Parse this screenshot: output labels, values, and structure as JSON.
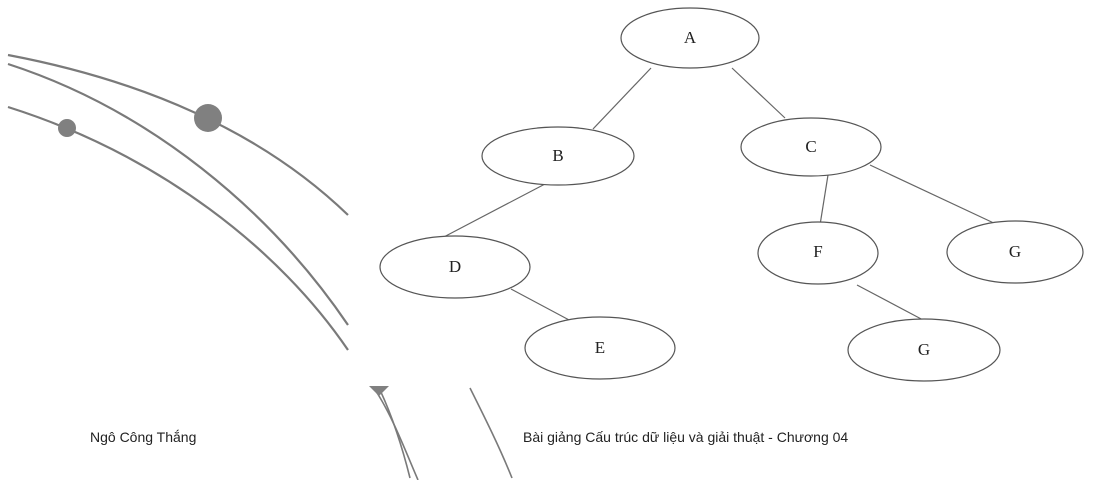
{
  "tree": {
    "nodes": [
      {
        "id": "A",
        "label": "A"
      },
      {
        "id": "B",
        "label": "B"
      },
      {
        "id": "C",
        "label": "C"
      },
      {
        "id": "D",
        "label": "D"
      },
      {
        "id": "E",
        "label": "E"
      },
      {
        "id": "F",
        "label": "F"
      },
      {
        "id": "G1",
        "label": "G"
      },
      {
        "id": "G2",
        "label": "G"
      }
    ],
    "edges": [
      [
        "A",
        "B"
      ],
      [
        "A",
        "C"
      ],
      [
        "B",
        "D"
      ],
      [
        "D",
        "E"
      ],
      [
        "C",
        "F"
      ],
      [
        "C",
        "G1"
      ],
      [
        "F",
        "G2"
      ]
    ]
  },
  "footer": {
    "author": "Ngô Công Thắng",
    "course": "Bài giảng Cấu trúc dữ liệu và giải thuật  -  Chương 04"
  },
  "decoration": {
    "line_color": "#7a7a7a",
    "dot_color": "#808080"
  }
}
